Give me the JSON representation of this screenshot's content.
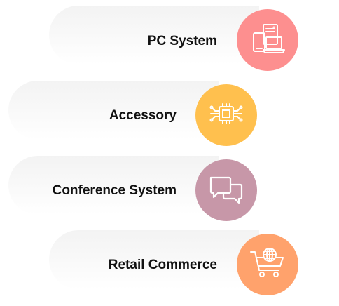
{
  "items": [
    {
      "label": "PC System",
      "icon": "devices-icon",
      "color": "#fd8f8f"
    },
    {
      "label": "Accessory",
      "icon": "chip-icon",
      "color": "#ffc04e"
    },
    {
      "label": "Conference System",
      "icon": "chat-bubbles-icon",
      "color": "#c797a8"
    },
    {
      "label": "Retail Commerce",
      "icon": "shopping-cart-globe-icon",
      "color": "#ffa26c"
    }
  ]
}
